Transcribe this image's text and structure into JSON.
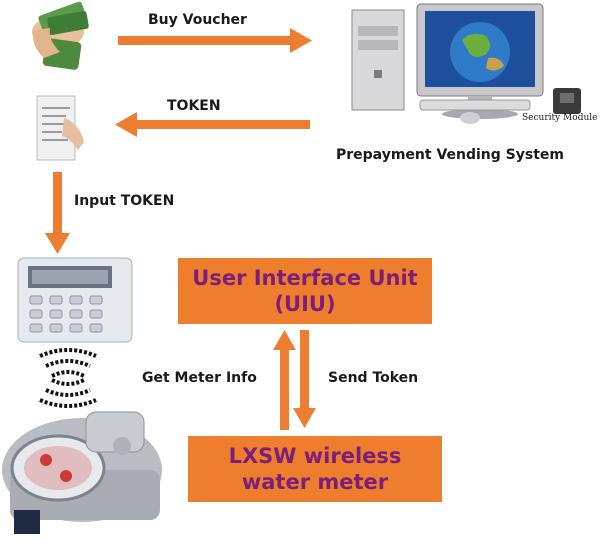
{
  "arrows": {
    "buy_voucher": "Buy  Voucher",
    "token": "TOKEN",
    "input_token": "Input TOKEN",
    "get_meter_info": "Get Meter Info",
    "send_token": "Send Token"
  },
  "vending_system": {
    "label": "Prepayment Vending System",
    "security_module": "Security Module"
  },
  "uiu_box": {
    "line1": "User Interface Unit",
    "line2": "(UIU)"
  },
  "meter_box": {
    "line1": "LXSW wireless",
    "line2": "water meter"
  },
  "colors": {
    "arrow": "#ed7d31",
    "box_fill": "#ee7e2e",
    "box_text": "#7a1f7a"
  }
}
